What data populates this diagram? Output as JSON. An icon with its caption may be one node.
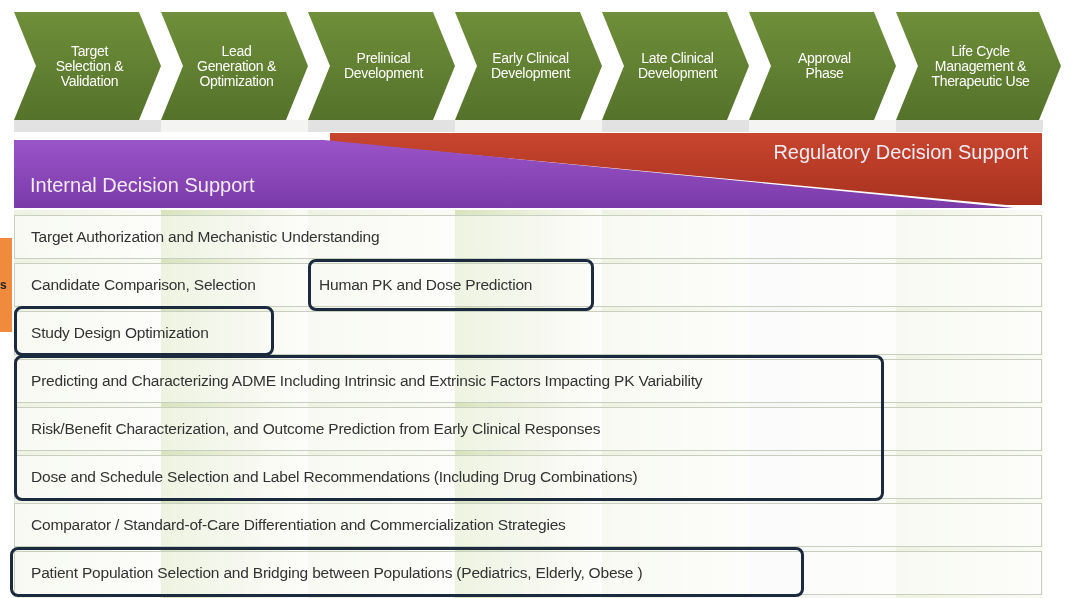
{
  "diagram": {
    "nodes": [
      {
        "text": [
          "Target Selection & Validation"
        ]
      },
      {
        "text": [
          "Lead Generation & Optimization"
        ]
      },
      {
        "text": [
          "Prelinical Development"
        ]
      },
      {
        "text": [
          "Early Clinical Development"
        ]
      },
      {
        "text": [
          "Late Clinical Development"
        ]
      },
      {
        "text": [
          "Approval Phase"
        ]
      },
      {
        "text": [
          "Life Cycle Management & Therapeutic Use"
        ]
      },
      {
        "text": [
          "Regulatory Decision Support"
        ]
      },
      {
        "text": [
          "Internal Decision Support"
        ]
      },
      {
        "text": [
          "Target Authorization and Mechanistic Understanding"
        ]
      },
      {
        "text": [
          "Candidate Comparison, Selection",
          "Human PK and Dose Prediction"
        ]
      },
      {
        "text": [
          "s"
        ]
      },
      {
        "text": [
          "Study Design Optimization"
        ]
      },
      {
        "text": [
          "Predicting and Characterizing ADME Including Intrinsic and Extrinsic Factors Impacting PK Variability"
        ]
      },
      {
        "text": [
          "Risk/Benefit Characterization, and Outcome Prediction from Early Clinical Responses"
        ]
      },
      {
        "text": [
          "Dose and Schedule Selection and Label Recommendations (Including Drug Combinations)"
        ]
      },
      {
        "text": [
          "Comparator / Standard-of-Care Differentiation and Commercialization Strategies"
        ]
      },
      {
        "text": [
          "Patient Population Selection and Bridging between Populations (Pediatrics, Elderly, Obese )"
        ]
      }
    ],
    "edges": []
  }
}
